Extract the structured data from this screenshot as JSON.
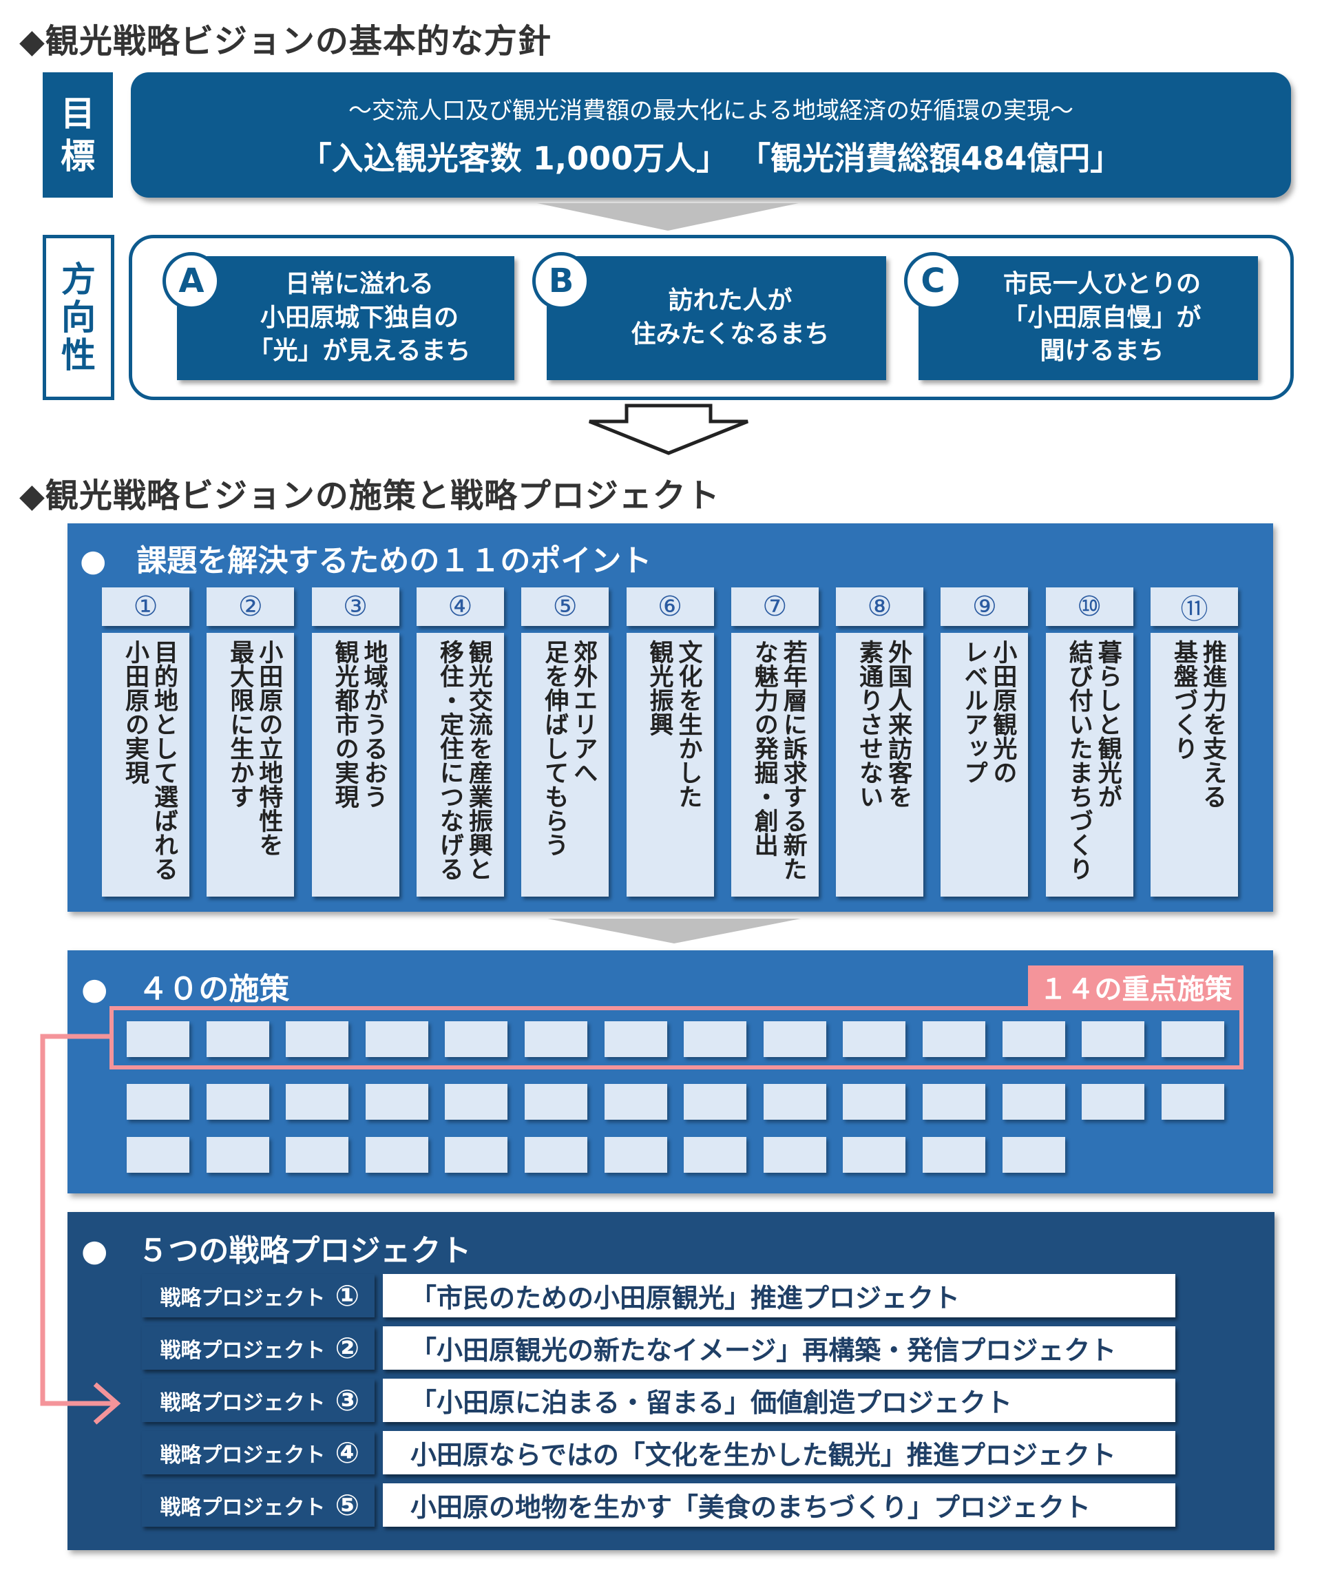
{
  "section1_title": "◆観光戦略ビジョンの基本的な方針",
  "goal": {
    "label_lines": [
      "目",
      "標"
    ],
    "subtitle": "～交流人口及び観光消費額の最大化による地域経済の好循環の実現～",
    "main": "「入込観光客数 1,000万人」 「観光消費総額484億円」"
  },
  "direction": {
    "label_lines": [
      "方",
      "向",
      "性"
    ],
    "items": [
      {
        "letter": "A",
        "text": "日常に溢れる\n小田原城下独自の\n「光」が見えるまち"
      },
      {
        "letter": "B",
        "text": "訪れた人が\n住みたくなるまち"
      },
      {
        "letter": "C",
        "text": "市民一人ひとりの\n「小田原自慢」が\n聞けるまち"
      }
    ]
  },
  "section2_title": "◆観光戦略ビジョンの施策と戦略プロジェクト",
  "points": {
    "header": "●　課題を解決するための１１のポイント",
    "items": [
      {
        "num": "①",
        "text": "目的地として選ばれる\n小田原の実現"
      },
      {
        "num": "②",
        "text": "小田原の立地特性を\n最大限に生かす"
      },
      {
        "num": "③",
        "text": "地域がうるおう\n観光都市の実現"
      },
      {
        "num": "④",
        "text": "観光交流を産業振興と\n移住・定住につなげる"
      },
      {
        "num": "⑤",
        "text": "郊外エリアへ\n足を伸ばしてもらう"
      },
      {
        "num": "⑥",
        "text": "文化を生かした\n観光振興"
      },
      {
        "num": "⑦",
        "text": "若年層に訴求する新た\nな魅力の発掘・創出"
      },
      {
        "num": "⑧",
        "text": "外国人来訪客を\n素通りさせない"
      },
      {
        "num": "⑨",
        "text": "小田原観光の\nレベルアップ"
      },
      {
        "num": "⑩",
        "text": "暮らしと観光が\n結び付いたまちづくり"
      },
      {
        "num": "⑪",
        "text": "推進力を支える\n基盤づくり"
      }
    ]
  },
  "measures": {
    "header": "●　４０の施策",
    "priority_label": "１４の重点施策",
    "row_counts": [
      14,
      14,
      12
    ]
  },
  "projects": {
    "header": "●　５つの戦略プロジェクト",
    "items": [
      {
        "label": "戦略プロジェクト",
        "num": "①",
        "text": "「市民のための小田原観光」推進プロジェクト"
      },
      {
        "label": "戦略プロジェクト",
        "num": "②",
        "text": "「小田原観光の新たなイメージ」再構築・発信プロジェクト"
      },
      {
        "label": "戦略プロジェクト",
        "num": "③",
        "text": "「小田原に泊まる・留まる」価値創造プロジェクト"
      },
      {
        "label": "戦略プロジェクト",
        "num": "④",
        "text": "小田原ならではの「文化を生かした観光」推進プロジェクト"
      },
      {
        "label": "戦略プロジェクト",
        "num": "⑤",
        "text": "小田原の地物を生かす「美食のまちづくり」プロジェクト"
      }
    ]
  },
  "colors": {
    "navy": "#0d5a8e",
    "section_blue": "#2e72b6",
    "section_dark": "#1f4e7e",
    "pink": "#f4949a",
    "box_fill": "#dde8f5"
  }
}
